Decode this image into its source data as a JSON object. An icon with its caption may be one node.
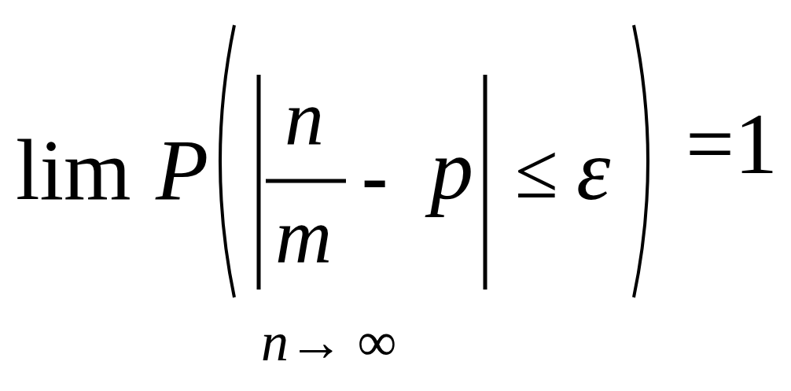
{
  "diagram": {
    "labels": [
      "lim",
      "P",
      "n",
      "m",
      "-",
      "p",
      "≤",
      "ε",
      "=1",
      "*n*→ ∞"
    ]
  }
}
